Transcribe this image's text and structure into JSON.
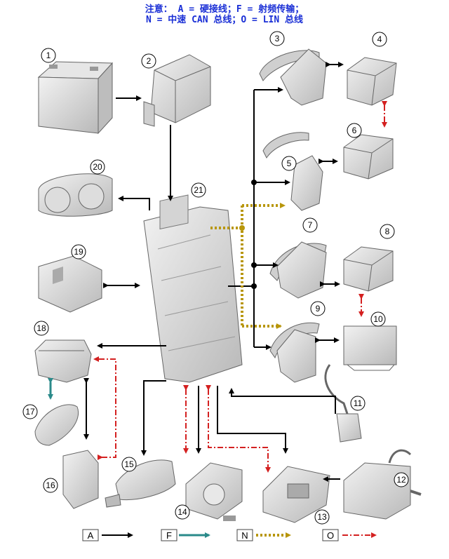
{
  "note": {
    "line1": "注意： A = 硬接线；F = 射频传输；",
    "line2": "N = 中速 CAN 总线；O = LIN 总线"
  },
  "components": [
    "1",
    "2",
    "3",
    "4",
    "5",
    "6",
    "7",
    "8",
    "9",
    "10",
    "11",
    "12",
    "13",
    "14",
    "15",
    "16",
    "17",
    "18",
    "19",
    "20",
    "21"
  ],
  "legend": [
    {
      "letter": "A",
      "color": "#000000",
      "style": "solid"
    },
    {
      "letter": "F",
      "color": "#2a8a8a",
      "style": "solid"
    },
    {
      "letter": "N",
      "color": "#b8960a",
      "style": "dotted"
    },
    {
      "letter": "O",
      "color": "#d42020",
      "style": "dashdot"
    }
  ]
}
